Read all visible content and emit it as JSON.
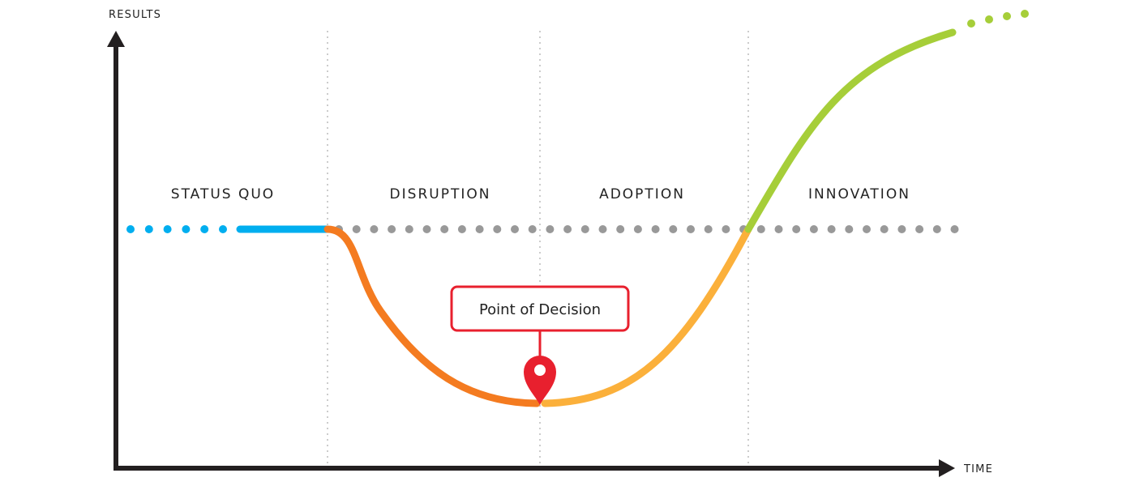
{
  "axes": {
    "y_label": "RESULTS",
    "x_label": "TIME"
  },
  "phases": [
    {
      "id": "status-quo",
      "label": "STATUS QUO"
    },
    {
      "id": "disruption",
      "label": "DISRUPTION"
    },
    {
      "id": "adoption",
      "label": "ADOPTION"
    },
    {
      "id": "innovation",
      "label": "INNOVATION"
    }
  ],
  "callout": {
    "label": "Point of Decision"
  },
  "colors": {
    "axis": "#231f20",
    "status_quo": "#00aeef",
    "baseline_dots": "#999999",
    "disruption": "#f47b20",
    "adoption": "#fbb03b",
    "innovation": "#a6ce39",
    "marker": "#e8202e",
    "divider": "#bbbbbb"
  }
}
